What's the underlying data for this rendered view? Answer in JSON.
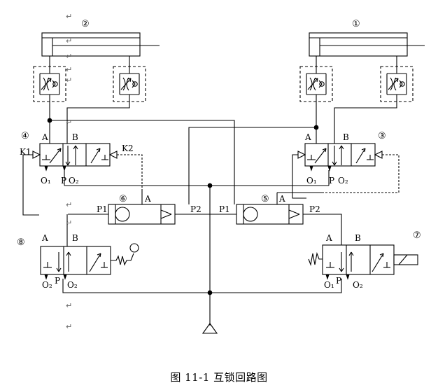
{
  "figure": {
    "caption": "图 11-1 互锁回路图"
  },
  "components": {
    "cyl_left": "②",
    "cyl_right": "①",
    "valve_left_top": "④",
    "valve_right_top": "③",
    "shuttle_left": "⑥",
    "shuttle_right": "⑤",
    "valve_bottom_left": "⑧",
    "valve_bottom_right": "⑦"
  },
  "ports": {
    "A": "A",
    "B": "B",
    "P": "P",
    "O1": "O₁",
    "O2": "O₂",
    "P1": "P1",
    "P2": "P2",
    "K1": "K1",
    "K2": "K2"
  },
  "marks": {
    "para": "↵"
  }
}
